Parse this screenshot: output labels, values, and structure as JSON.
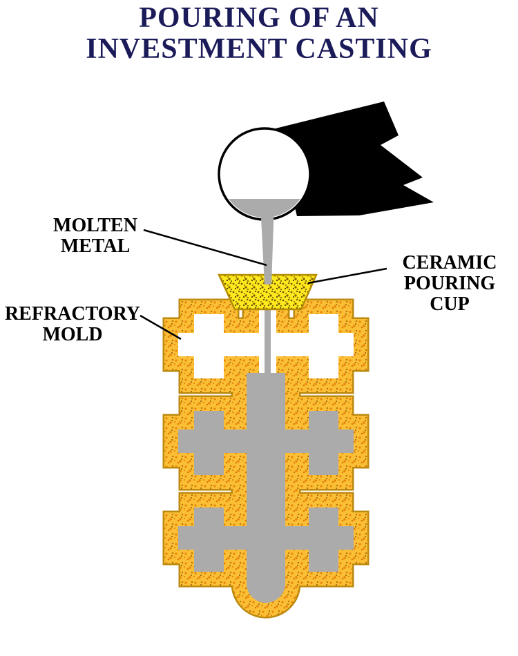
{
  "title": {
    "line1": "POURING OF AN",
    "line2": "INVESTMENT CASTING"
  },
  "labels": {
    "molten_metal": {
      "line1": "MOLTEN",
      "line2": "METAL"
    },
    "ceramic_pouring_cup": {
      "line1": "CERAMIC",
      "line2": "POURING",
      "line3": "CUP"
    },
    "refractory_mold": {
      "line1": "REFRACTORY",
      "line2": "MOLD"
    }
  },
  "colors": {
    "background": "#ffffff",
    "title_text": "#1b1b5a",
    "label_text": "#000000",
    "molten_metal_gray": "#ababab",
    "ladle_handle_black": "#000000",
    "ladle_outline": "#000000",
    "mold_gold": "#fbbf35",
    "mold_speckle_orange": "#e8850c",
    "mold_outline_dark_gold": "#bd8a10",
    "cup_yellow": "#ffe81e",
    "cup_speckle_dark": "#6f5d00"
  }
}
